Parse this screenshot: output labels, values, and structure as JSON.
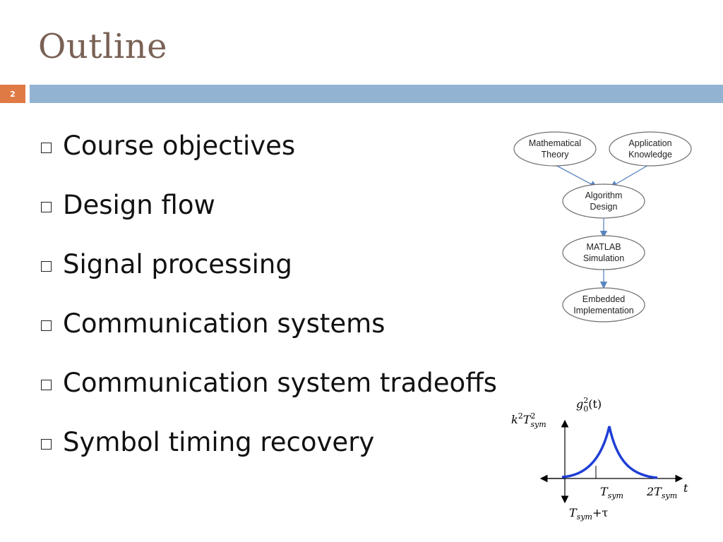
{
  "slide": {
    "title": "Outline",
    "page_number": "2"
  },
  "bullets": [
    "Course objectives",
    "Design flow",
    "Signal processing",
    "Communication systems",
    "Communication system tradeoffs",
    "Symbol timing recovery"
  ],
  "flow_diagram": {
    "nodes": [
      {
        "line1": "Mathematical",
        "line2": "Theory"
      },
      {
        "line1": "Application",
        "line2": "Knowledge"
      },
      {
        "line1": "Algorithm",
        "line2": "Design"
      },
      {
        "line1": "MATLAB",
        "line2": "Simulation"
      },
      {
        "line1": "Embedded",
        "line2": "Implementation"
      }
    ]
  },
  "plot": {
    "ylabel_top": "g",
    "ylabel_top_sup": "2",
    "ylabel_top_sub": "0",
    "ylabel_top_arg": "(t)",
    "peak_label_k": "k",
    "peak_label_sup": "2",
    "peak_label_T": "T",
    "peak_label_sub": "sym",
    "peak_label_sup2": "2",
    "xlabel": "t",
    "tick1_T": "T",
    "tick1_sub": "sym",
    "tick2_pre": "2T",
    "tick2_sub": "sym",
    "bottom_T": "T",
    "bottom_sub": "sym",
    "bottom_tail": "+τ",
    "colors": {
      "curve": "#1f3fd6",
      "axis": "#000000"
    }
  },
  "colors": {
    "title": "#7a6155",
    "page_badge": "#e07a45",
    "accent_bar": "#93b3d3",
    "node_stroke": "#6e6e6e",
    "arrow": "#5a86bf"
  }
}
